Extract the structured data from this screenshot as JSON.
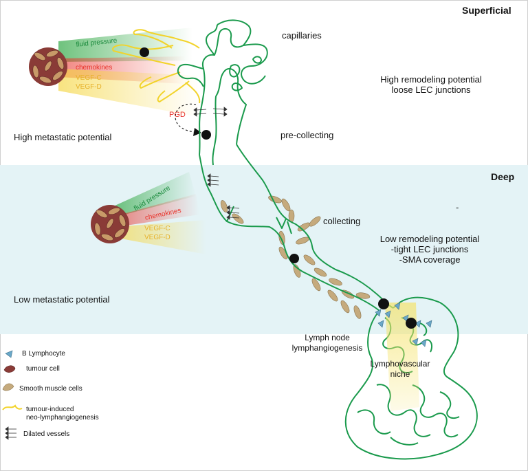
{
  "zones": {
    "superficial": "Superficial",
    "deep": "Deep"
  },
  "labels": {
    "capillaries": "capillaries",
    "pre_collecting": "pre-collecting",
    "collecting": "collecting",
    "pgd": "PGD",
    "lymph_node_line1": "Lymph node",
    "lymph_node_line2": "lymphangiogenesis",
    "niche_line1": "Lymphovascular",
    "niche_line2": "niche"
  },
  "superficial_info": {
    "line1": "High remodeling potential",
    "line2": "loose LEC junctions",
    "metastatic": "High metastatic potential"
  },
  "deep_info": {
    "dash": "-",
    "line1": "Low remodeling potential",
    "line2": "-tight LEC junctions",
    "line3": "-SMA coverage",
    "metastatic": "Low metastatic potential"
  },
  "factors": {
    "fluid_pressure": "fluid pressure",
    "chemokines": "chemokines",
    "vegf_c": "VEGF-C",
    "vegf_d": "VEGF-D"
  },
  "legend": {
    "b_lymphocyte": "B Lymphocyte",
    "tumour_cell": "tumour cell",
    "smooth_muscle": "Smooth muscle cells",
    "neo_line1": "tumour-induced",
    "neo_line2": "neo-lymphangiogenesis",
    "dilated": "Dilated vessels"
  },
  "colors": {
    "vessel": "#1a9a4c",
    "neo_vessel": "#f2d32a",
    "fluid": "#3fae52",
    "chemokines": "#e8332b",
    "vegf": "#f1cb3c",
    "smooth_muscle": "#c5aa7d",
    "tumour": "#8a3b37",
    "b_cell": "#6aa8c8",
    "deep_band": "#e4f3f6"
  }
}
